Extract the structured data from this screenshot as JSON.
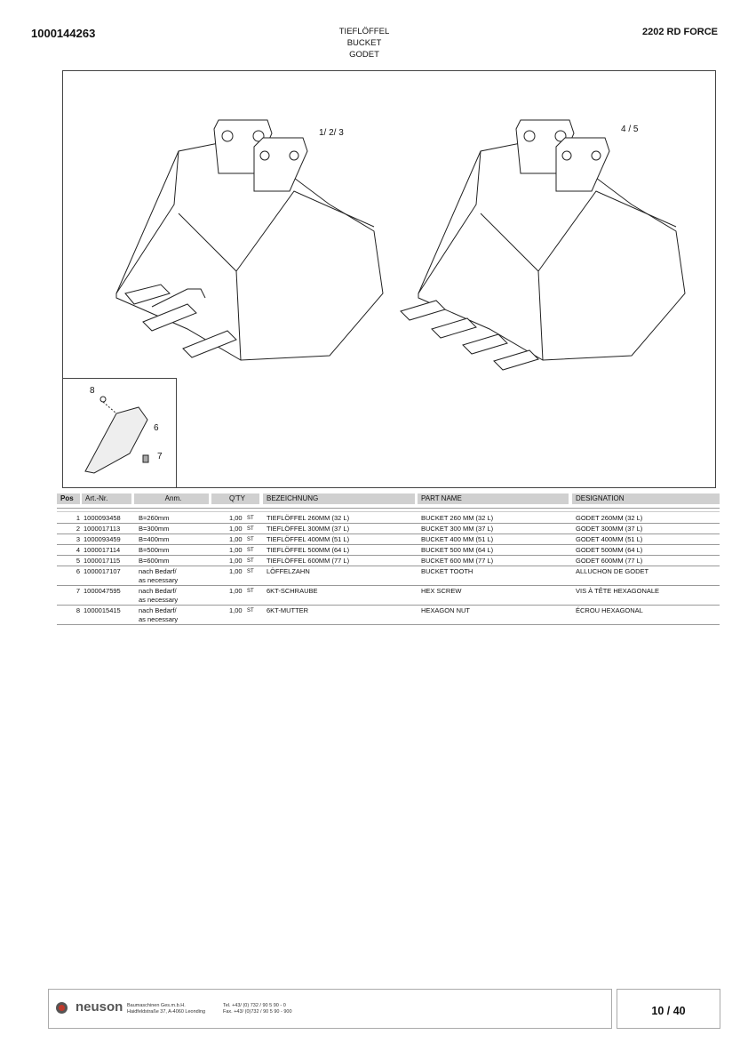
{
  "header": {
    "doc_number": "1000144263",
    "title_lines": [
      "TIEFLÖFFEL",
      "BUCKET",
      "GODET"
    ],
    "model": "2202 RD FORCE"
  },
  "drawing": {
    "callouts": [
      "1/ 2/ 3",
      "4 / 5",
      "8",
      "6",
      "7"
    ]
  },
  "table": {
    "headers": {
      "pos": "Pos",
      "art": "Art.-Nr.",
      "anm": "Anm.",
      "qty": "Q'TY",
      "bez": "BEZEICHNUNG",
      "part": "PART NAME",
      "desig": "DESIGNATION"
    },
    "rows": [
      {
        "pos": "1",
        "art": "1000093458",
        "anm": "B=260mm",
        "anm2": "",
        "qty": "1,00",
        "unit": "ST",
        "bez": "TIEFLÖFFEL 260MM (32 L)",
        "part": "BUCKET 260 MM (32 L)",
        "desig": "GODET 260MM (32 L)"
      },
      {
        "pos": "2",
        "art": "1000017113",
        "anm": "B=300mm",
        "anm2": "",
        "qty": "1,00",
        "unit": "ST",
        "bez": "TIEFLÖFFEL 300MM (37 L)",
        "part": "BUCKET 300 MM (37 L)",
        "desig": "GODET 300MM (37 L)"
      },
      {
        "pos": "3",
        "art": "1000093459",
        "anm": "B=400mm",
        "anm2": "",
        "qty": "1,00",
        "unit": "ST",
        "bez": "TIEFLÖFFEL 400MM (51 L)",
        "part": "BUCKET 400 MM (51 L)",
        "desig": "GODET 400MM (51 L)"
      },
      {
        "pos": "4",
        "art": "1000017114",
        "anm": "B=500mm",
        "anm2": "",
        "qty": "1,00",
        "unit": "ST",
        "bez": "TIEFLÖFFEL 500MM (64 L)",
        "part": "BUCKET 500 MM (64 L)",
        "desig": "GODET 500MM (64 L)"
      },
      {
        "pos": "5",
        "art": "1000017115",
        "anm": "B=600mm",
        "anm2": "",
        "qty": "1,00",
        "unit": "ST",
        "bez": "TIEFLÖFFEL 600MM (77 L)",
        "part": "BUCKET 600 MM (77 L)",
        "desig": "GODET 600MM (77 L)"
      },
      {
        "pos": "6",
        "art": "1000017107",
        "anm": "nach Bedarf/",
        "anm2": "as necessary",
        "qty": "1,00",
        "unit": "ST",
        "bez": "LÖFFELZAHN",
        "part": "BUCKET TOOTH",
        "desig": "ALLUCHON DE GODET"
      },
      {
        "pos": "7",
        "art": "1000047595",
        "anm": "nach Bedarf/",
        "anm2": "as necessary",
        "qty": "1,00",
        "unit": "ST",
        "bez": "6KT-SCHRAUBE",
        "part": "HEX SCREW",
        "desig": "VIS À TÊTE HEXAGONALE"
      },
      {
        "pos": "8",
        "art": "1000015415",
        "anm": "nach Bedarf/",
        "anm2": "as necessary",
        "qty": "1,00",
        "unit": "ST",
        "bez": "6KT-MUTTER",
        "part": "HEXAGON NUT",
        "desig": "ÉCROU HEXAGONAL"
      }
    ]
  },
  "footer": {
    "brand": "neuson",
    "company": "Baumaschinen Ges.m.b.H.",
    "address": "Haidfeldstraße 37, A-4060 Leonding",
    "tel": "Tel. +43/ (0) 732 / 90 5 90 - 0",
    "fax": "Fax. +43/ (0)732 / 90 5 90 - 900",
    "page": "10 / 40",
    "logo_color": "#c0392b"
  }
}
